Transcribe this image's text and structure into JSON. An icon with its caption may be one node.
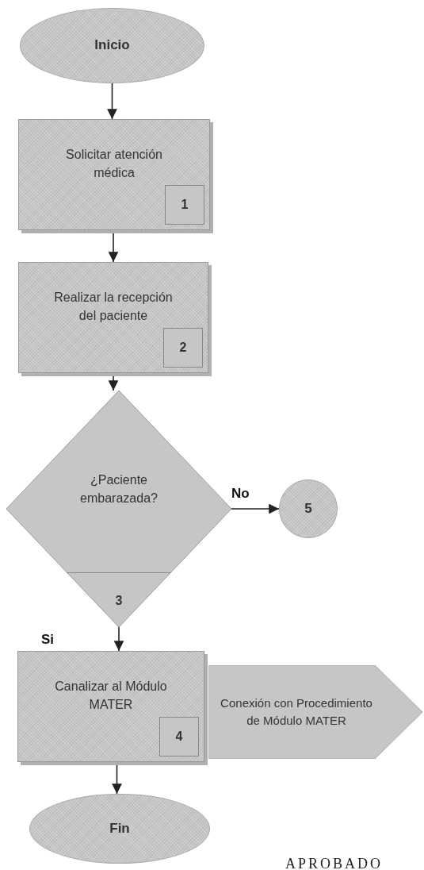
{
  "diagram": {
    "nodes": [
      {
        "text": [
          "Inicio"
        ]
      },
      {
        "text": [
          "Solicitar atención médica",
          "1"
        ]
      },
      {
        "text": [
          "Realizar la recepción del paciente",
          "2"
        ]
      },
      {
        "text": [
          "¿Paciente embarazada?",
          "3"
        ]
      },
      {
        "text": [
          "5"
        ]
      },
      {
        "text": [
          "Canalizar al Módulo MATER",
          "4"
        ]
      },
      {
        "text": [
          "Conexión con Procedimiento de Módulo MATER"
        ]
      },
      {
        "text": [
          "Fin"
        ]
      }
    ],
    "edges": [
      {
        "from": 0,
        "to": 1,
        "arrow": "to"
      },
      {
        "from": 1,
        "to": 2,
        "arrow": "to"
      },
      {
        "from": 2,
        "to": 3,
        "arrow": "to"
      },
      {
        "from": 3,
        "to": 4,
        "arrow": "to",
        "label": "No"
      },
      {
        "from": 3,
        "to": 5,
        "arrow": "to",
        "label": "Si"
      },
      {
        "from": 5,
        "to": 7,
        "arrow": "to"
      }
    ],
    "labels": [
      "APROBADO"
    ]
  }
}
